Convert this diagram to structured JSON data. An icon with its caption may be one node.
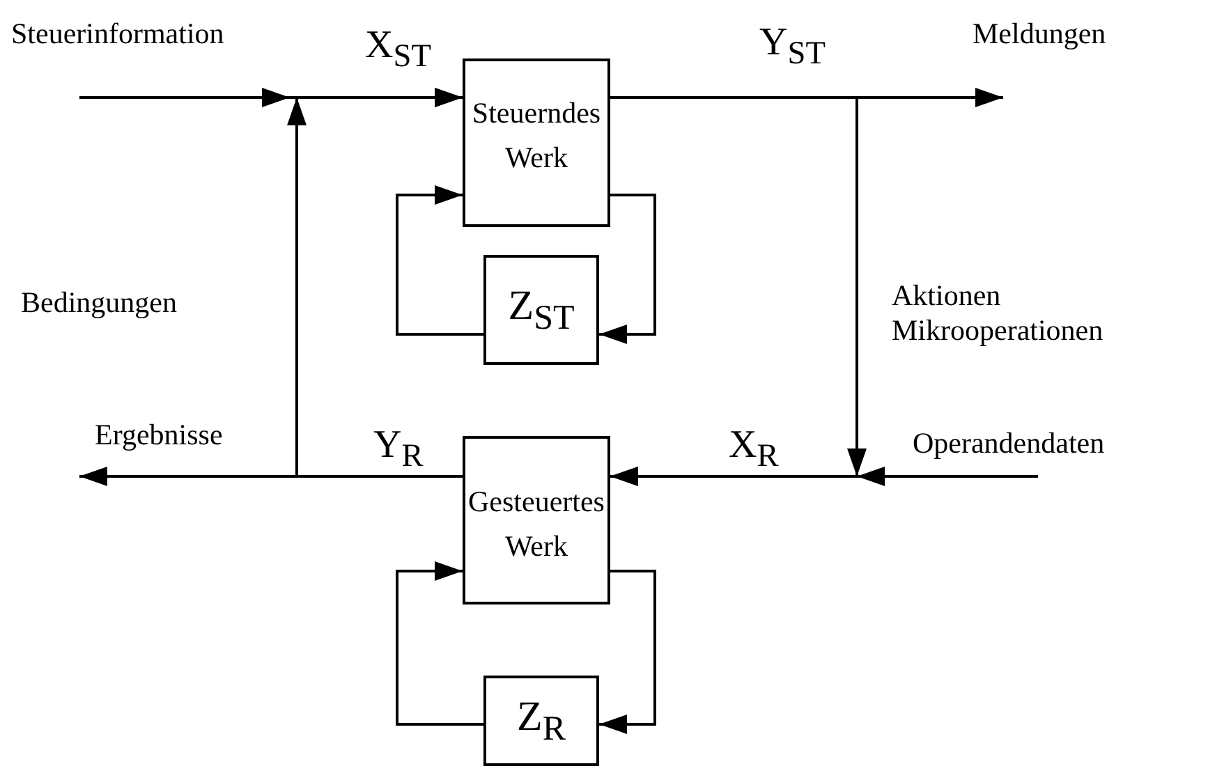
{
  "diagram": {
    "nodes": [
      {
        "text": [
          "Steuerndes Werk"
        ]
      },
      {
        "text": [
          "Z$_{ST}$"
        ]
      },
      {
        "text": [
          "Gesteuertes Werk"
        ]
      },
      {
        "text": [
          "Z$_{R}$"
        ]
      }
    ],
    "edges": [
      {
        "from": null,
        "to": 0,
        "arrow": "to",
        "label": "X$_{ST}$"
      },
      {
        "from": 0,
        "to": null,
        "arrow": "to",
        "label": "Y$_{ST}$"
      },
      {
        "from": 0,
        "to": 1,
        "arrow": "to"
      },
      {
        "from": 1,
        "to": 0,
        "arrow": "to"
      },
      {
        "from": 2,
        "to": null,
        "arrow": "to",
        "label": "Y$_{R}$"
      },
      {
        "from": null,
        "to": 2,
        "arrow": "to",
        "label": "X$_{R}$"
      },
      {
        "from": 0,
        "to": 2,
        "arrow": "to",
        "label": "Aktionen Mikrooperationen"
      },
      {
        "from": 2,
        "to": 0,
        "arrow": "to",
        "label": "Bedingungen"
      },
      {
        "from": 2,
        "to": 3,
        "arrow": "to"
      },
      {
        "from": 3,
        "to": 2,
        "arrow": "to"
      }
    ],
    "labels": [
      "Steuerinformation",
      "Meldungen",
      "Ergebnisse",
      "Operandendaten"
    ]
  }
}
